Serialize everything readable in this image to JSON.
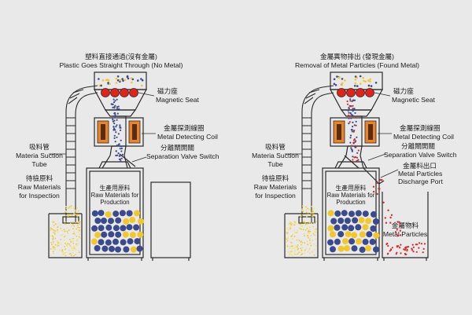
{
  "colors": {
    "background": "#e9e9e9",
    "line": "#2a2a2a",
    "magnet_red": "#e2231a",
    "coil_orange": "#e8842b",
    "coil_inner": "#5a2d12",
    "particle_blue": "#3a4a8c",
    "particle_yellow": "#f2c72d",
    "metal_red": "#d42b2b",
    "yellow_light": "#f5e06a"
  },
  "panels": [
    {
      "id": "left",
      "title_zh": "塑料直接通過(沒有金屬)",
      "title_en": "Plastic Goes Straight Through (No Metal)",
      "magnetic_seat_zh": "磁力座",
      "magnetic_seat_en": "Magnetic Seat",
      "coil_zh": "金屬探測線圈",
      "coil_en": "Metal Detecting Coil",
      "valve_zh": "分離閘開關",
      "valve_en": "Separation Valve Switch",
      "suction_zh": "吸料管",
      "suction_en1": "Materia Suction",
      "suction_en2": "Tube",
      "raw_zh": "待檢原料",
      "raw_en1": "Raw Materials",
      "raw_en2": "for Inspection",
      "prod_zh": "生產用原料",
      "prod_en1": "Raw Materials for",
      "prod_en2": "Production"
    },
    {
      "id": "right",
      "title_zh": "金屬異物排出 (發現金屬)",
      "title_en": "Removal of Metal Particles (Found Metal)",
      "magnetic_seat_zh": "磁力座",
      "magnetic_seat_en": "Magnetic Seat",
      "coil_zh": "金屬探測線圈",
      "coil_en": "Metal Detecting Coil",
      "valve_zh": "分離閘開關",
      "valve_en": "Separation Valve Switch",
      "discharge_zh": "金屬料出口",
      "discharge_en1": "Metal Particles",
      "discharge_en2": "Discharge Port",
      "suction_zh": "吸料管",
      "suction_en1": "Materia Suction",
      "suction_en2": "Tube",
      "raw_zh": "待檢原料",
      "raw_en1": "Raw Materials",
      "raw_en2": "for Inspection",
      "prod_zh": "生產用原料",
      "prod_en1": "Raw Materials for",
      "prod_en2": "Production",
      "metal_zh": "金屬物料",
      "metal_en": "Metal Particles"
    }
  ]
}
